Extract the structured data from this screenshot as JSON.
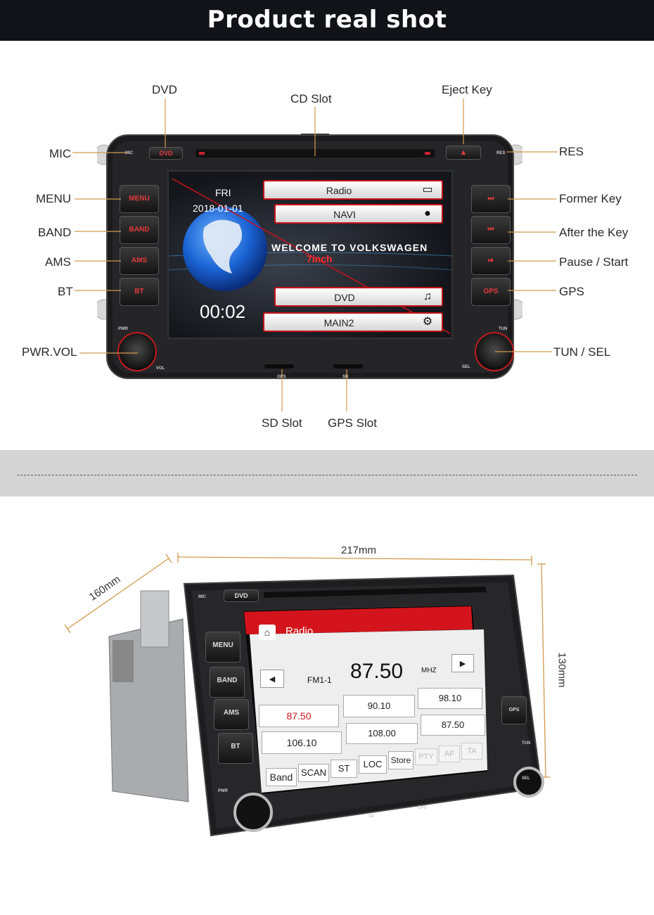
{
  "header": {
    "title": "Product real shot"
  },
  "callouts": {
    "dvd": "DVD",
    "cd_slot": "CD Slot",
    "eject_key": "Eject Key",
    "mic": "MIC",
    "res": "RES",
    "menu": "MENU",
    "band": "BAND",
    "ams": "AMS",
    "bt": "BT",
    "pwr_vol": "PWR.VOL",
    "former_key": "Former Key",
    "after_key": "After the Key",
    "pause_start": "Pause / Start",
    "gps": "GPS",
    "tun_sel": "TUN / SEL",
    "sd_slot": "SD Slot",
    "gps_slot": "GPS Slot"
  },
  "unit1": {
    "buttons": {
      "dvd": "DVD",
      "menu": "MENU",
      "band": "BAND",
      "ams": "AMS",
      "bt": "BT",
      "gps": "GPS"
    },
    "small_labels": {
      "mic": "MIC",
      "res": "RES",
      "pwr": "PWR",
      "vol": "VOL",
      "tun": "TUN",
      "sel": "SEL",
      "gps": "GPS",
      "sd": "SD"
    },
    "screen": {
      "day": "FRI",
      "date": "2018-01-01",
      "time": "00:02",
      "welcome": "WELCOME TO VOLKSWAGEN",
      "size": "7inch",
      "menu_items": [
        "Radio",
        "NAVI",
        "DVD",
        "MAIN2"
      ]
    }
  },
  "unit2": {
    "dimensions": {
      "width": "217mm",
      "depth": "160mm",
      "height": "130mm"
    },
    "buttons": {
      "dvd": "DVD",
      "menu": "MENU",
      "band": "BAND",
      "ams": "AMS",
      "bt": "BT",
      "gps": "GPS"
    },
    "small_labels": {
      "mic": "MIC",
      "pwr": "PWR",
      "sd": "SD",
      "gps": "GPS",
      "sel": "SEL",
      "tun": "TUN"
    },
    "screen": {
      "title": "Radio",
      "band_name": "FM1-1",
      "frequency": "87.50",
      "unit": "MHZ",
      "presets": [
        "87.50",
        "90.10",
        "98.10",
        "106.10",
        "108.00",
        "87.50"
      ],
      "controls": [
        "Band",
        "SCAN",
        "ST",
        "LOC",
        "Store",
        "PTY",
        "AF",
        "TA"
      ]
    }
  },
  "colors": {
    "accent": "#c8121a",
    "callout_line": "#d19a4c",
    "header_bg": "#111318"
  }
}
